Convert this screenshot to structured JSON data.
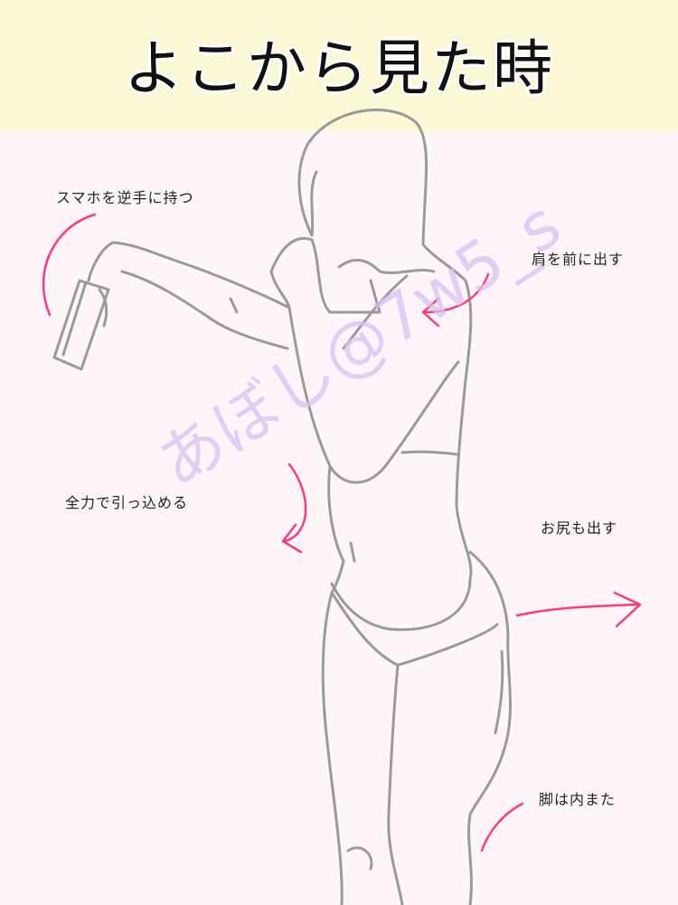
{
  "title": "よこから見た時",
  "notes": {
    "phone": "スマホを逆手に持つ",
    "shoulder": "肩を前に出す",
    "belly": "全力で引っ込める",
    "hip": "お尻も出す",
    "legs": "脚は内また"
  },
  "watermark": "あぼし@7w5_s",
  "colors": {
    "header": "#fbf8d6",
    "background": "#fdf5fa",
    "arrow": "#ff3a7a",
    "line": "#9a9a9a"
  }
}
